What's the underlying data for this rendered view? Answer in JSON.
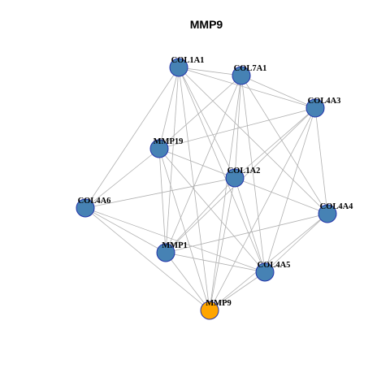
{
  "title": "MMP9",
  "colors": {
    "default_node": "#4682b4",
    "highlight_node": "#ffa500",
    "node_border": "#2233aa",
    "edge": "#b0b0b0"
  },
  "nodes": [
    {
      "id": "COL1A1",
      "label": "COL1A1",
      "highlight": false
    },
    {
      "id": "COL7A1",
      "label": "COL7A1",
      "highlight": false
    },
    {
      "id": "COL4A3",
      "label": "COL4A3",
      "highlight": false
    },
    {
      "id": "MMP19",
      "label": "MMP19",
      "highlight": false
    },
    {
      "id": "COL1A2",
      "label": "COL1A2",
      "highlight": false
    },
    {
      "id": "COL4A6",
      "label": "COL4A6",
      "highlight": false
    },
    {
      "id": "COL4A4",
      "label": "COL4A4",
      "highlight": false
    },
    {
      "id": "MMP1",
      "label": "MMP1",
      "highlight": false
    },
    {
      "id": "COL4A5",
      "label": "COL4A5",
      "highlight": false
    },
    {
      "id": "MMP9",
      "label": "MMP9",
      "highlight": true
    }
  ],
  "edges": [
    [
      "COL1A1",
      "COL7A1"
    ],
    [
      "COL1A1",
      "COL4A3"
    ],
    [
      "COL1A1",
      "MMP19"
    ],
    [
      "COL1A1",
      "COL1A2"
    ],
    [
      "COL1A1",
      "COL4A6"
    ],
    [
      "COL1A1",
      "COL4A4"
    ],
    [
      "COL1A1",
      "MMP1"
    ],
    [
      "COL1A1",
      "COL4A5"
    ],
    [
      "COL1A1",
      "MMP9"
    ],
    [
      "COL7A1",
      "COL4A3"
    ],
    [
      "COL7A1",
      "MMP19"
    ],
    [
      "COL7A1",
      "COL1A2"
    ],
    [
      "COL7A1",
      "COL4A4"
    ],
    [
      "COL7A1",
      "MMP1"
    ],
    [
      "COL7A1",
      "COL4A5"
    ],
    [
      "COL7A1",
      "MMP9"
    ],
    [
      "COL4A3",
      "MMP19"
    ],
    [
      "COL4A3",
      "COL1A2"
    ],
    [
      "COL4A3",
      "COL4A4"
    ],
    [
      "COL4A3",
      "MMP1"
    ],
    [
      "COL4A3",
      "COL4A5"
    ],
    [
      "COL4A3",
      "MMP9"
    ],
    [
      "MMP19",
      "COL1A2"
    ],
    [
      "MMP19",
      "COL4A6"
    ],
    [
      "MMP19",
      "MMP1"
    ],
    [
      "MMP19",
      "COL4A5"
    ],
    [
      "MMP19",
      "MMP9"
    ],
    [
      "COL1A2",
      "COL4A6"
    ],
    [
      "COL1A2",
      "COL4A4"
    ],
    [
      "COL1A2",
      "MMP1"
    ],
    [
      "COL1A2",
      "COL4A5"
    ],
    [
      "COL1A2",
      "MMP9"
    ],
    [
      "COL4A6",
      "MMP1"
    ],
    [
      "COL4A6",
      "COL4A5"
    ],
    [
      "COL4A6",
      "MMP9"
    ],
    [
      "COL4A4",
      "MMP1"
    ],
    [
      "COL4A4",
      "COL4A5"
    ],
    [
      "COL4A4",
      "MMP9"
    ],
    [
      "MMP1",
      "COL4A5"
    ],
    [
      "MMP1",
      "MMP9"
    ],
    [
      "COL4A5",
      "MMP9"
    ]
  ]
}
